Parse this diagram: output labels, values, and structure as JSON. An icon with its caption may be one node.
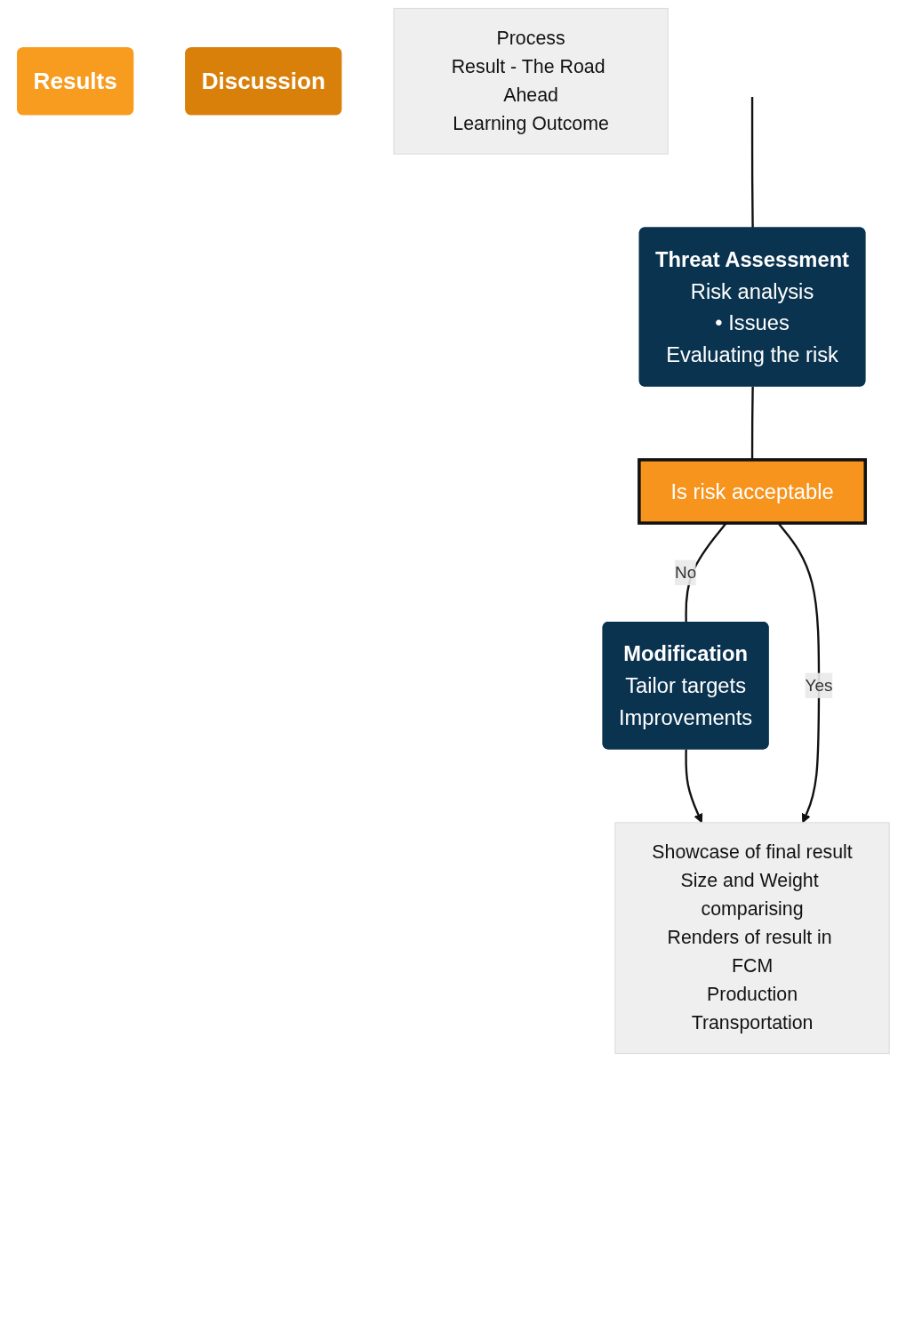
{
  "diagram": {
    "nodes": [
      {
        "text": [
          "Threat Assessment",
          "Risk analysis",
          "• Issues",
          "Evaluating the risk"
        ]
      },
      {
        "text": [
          "Is risk acceptable"
        ]
      },
      {
        "text": [
          "Modification",
          "Tailor targets",
          "Improvements"
        ]
      },
      {
        "text": [
          "Results"
        ]
      },
      {
        "text": [
          "Showcase of final result",
          "Size and Weight comparising",
          "Renders of result in FCM",
          "Production",
          "Transportation"
        ]
      },
      {
        "text": [
          "Discussion"
        ]
      },
      {
        "text": [
          "Process",
          "Result - The Road Ahead",
          "Learning Outcome"
        ]
      }
    ],
    "edges": [
      {
        "from": null,
        "to": 0,
        "arrow": "none"
      },
      {
        "from": 0,
        "to": 1,
        "arrow": "none"
      },
      {
        "from": 1,
        "to": 2,
        "label": "No",
        "arrow": "none"
      },
      {
        "from": 2,
        "to": 4,
        "arrow": "to"
      },
      {
        "from": 1,
        "to": 4,
        "label": "Yes",
        "arrow": "to"
      }
    ]
  }
}
